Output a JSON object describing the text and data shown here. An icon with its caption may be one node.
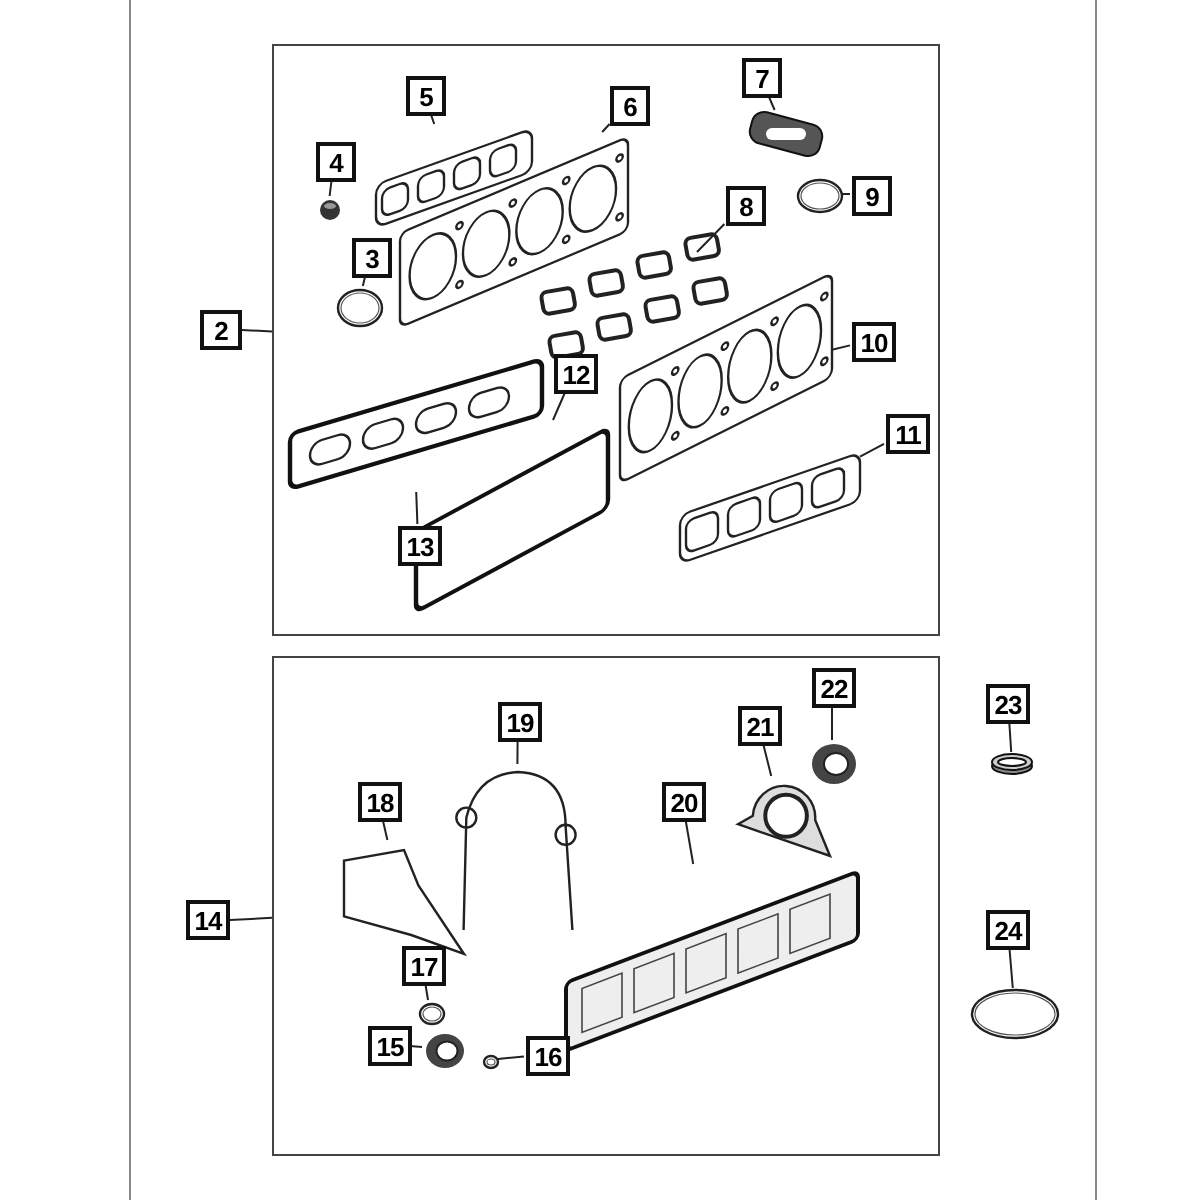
{
  "diagram": {
    "nodes": [
      {
        "text": [],
        "shape": "box"
      },
      {
        "text": [],
        "shape": "box"
      },
      {
        "text": [
          "2"
        ]
      },
      {
        "text": [
          "3"
        ],
        "in": 0
      },
      {
        "text": [
          "4"
        ],
        "in": 0
      },
      {
        "text": [
          "5"
        ],
        "in": 0
      },
      {
        "text": [
          "6"
        ],
        "in": 0
      },
      {
        "text": [
          "7"
        ],
        "in": 0
      },
      {
        "text": [
          "8"
        ],
        "in": 0
      },
      {
        "text": [
          "9"
        ],
        "in": 0
      },
      {
        "text": [
          "10"
        ],
        "in": 0
      },
      {
        "text": [
          "11"
        ],
        "in": 0
      },
      {
        "text": [
          "12"
        ],
        "in": 0
      },
      {
        "text": [
          "13"
        ],
        "in": 0
      },
      {
        "text": [
          "14"
        ]
      },
      {
        "text": [
          "15"
        ],
        "in": 1
      },
      {
        "text": [
          "16"
        ],
        "in": 1
      },
      {
        "text": [
          "17"
        ],
        "in": 1
      },
      {
        "text": [
          "18"
        ],
        "in": 1
      },
      {
        "text": [
          "19"
        ],
        "in": 1
      },
      {
        "text": [
          "20"
        ],
        "in": 1
      },
      {
        "text": [
          "21"
        ],
        "in": 1
      },
      {
        "text": [
          "22"
        ],
        "in": 1
      },
      {
        "text": [
          "23"
        ]
      },
      {
        "text": [
          "24"
        ]
      },
      {
        "text": [],
        "shape": "picture",
        "in": 0
      },
      {
        "text": [],
        "shape": "picture",
        "in": 0
      },
      {
        "text": [],
        "shape": "picture",
        "in": 0
      },
      {
        "text": [],
        "shape": "picture",
        "in": 0
      },
      {
        "text": [],
        "shape": "picture",
        "in": 0
      },
      {
        "text": [],
        "shape": "picture",
        "in": 0
      },
      {
        "text": [],
        "shape": "picture",
        "in": 0
      },
      {
        "text": [],
        "shape": "picture",
        "in": 0
      },
      {
        "text": [],
        "shape": "picture",
        "in": 0
      },
      {
        "text": [],
        "shape": "picture",
        "in": 0
      },
      {
        "text": [],
        "shape": "picture",
        "in": 0
      },
      {
        "text": [],
        "shape": "picture",
        "in": 1
      },
      {
        "text": [],
        "shape": "picture",
        "in": 1
      },
      {
        "text": [],
        "shape": "picture",
        "in": 1
      },
      {
        "text": [],
        "shape": "picture",
        "in": 1
      },
      {
        "text": [],
        "shape": "picture",
        "in": 1
      },
      {
        "text": [],
        "shape": "picture",
        "in": 1
      },
      {
        "text": [],
        "shape": "picture",
        "in": 1
      },
      {
        "text": [],
        "shape": "picture",
        "in": 1
      },
      {
        "text": [],
        "shape": "picture"
      },
      {
        "text": [],
        "shape": "picture"
      }
    ],
    "edges": [
      {
        "from": 2,
        "to": 0,
        "arrow": "none"
      },
      {
        "from": 3,
        "to": 25,
        "arrow": "none"
      },
      {
        "from": 4,
        "to": 26,
        "arrow": "none"
      },
      {
        "from": 5,
        "to": 27,
        "arrow": "none"
      },
      {
        "from": 6,
        "to": 28,
        "arrow": "none"
      },
      {
        "from": 7,
        "to": 29,
        "arrow": "none"
      },
      {
        "from": 8,
        "to": 30,
        "arrow": "none"
      },
      {
        "from": 9,
        "to": 31,
        "arrow": "none"
      },
      {
        "from": 10,
        "to": 32,
        "arrow": "none"
      },
      {
        "from": 11,
        "to": 33,
        "arrow": "none"
      },
      {
        "from": 12,
        "to": 34,
        "arrow": "none"
      },
      {
        "from": 13,
        "to": 35,
        "arrow": "none"
      },
      {
        "from": 14,
        "to": 1,
        "arrow": "none"
      },
      {
        "from": 15,
        "to": 36,
        "arrow": "none"
      },
      {
        "from": 16,
        "to": 37,
        "arrow": "none"
      },
      {
        "from": 17,
        "to": 38,
        "arrow": "none"
      },
      {
        "from": 18,
        "to": 39,
        "arrow": "none"
      },
      {
        "from": 19,
        "to": 40,
        "arrow": "none"
      },
      {
        "from": 20,
        "to": 41,
        "arrow": "none"
      },
      {
        "from": 21,
        "to": 42,
        "arrow": "none"
      },
      {
        "from": 22,
        "to": 43,
        "arrow": "none"
      },
      {
        "from": 23,
        "to": 44,
        "arrow": "none"
      },
      {
        "from": 24,
        "to": 45,
        "arrow": "none"
      }
    ]
  }
}
